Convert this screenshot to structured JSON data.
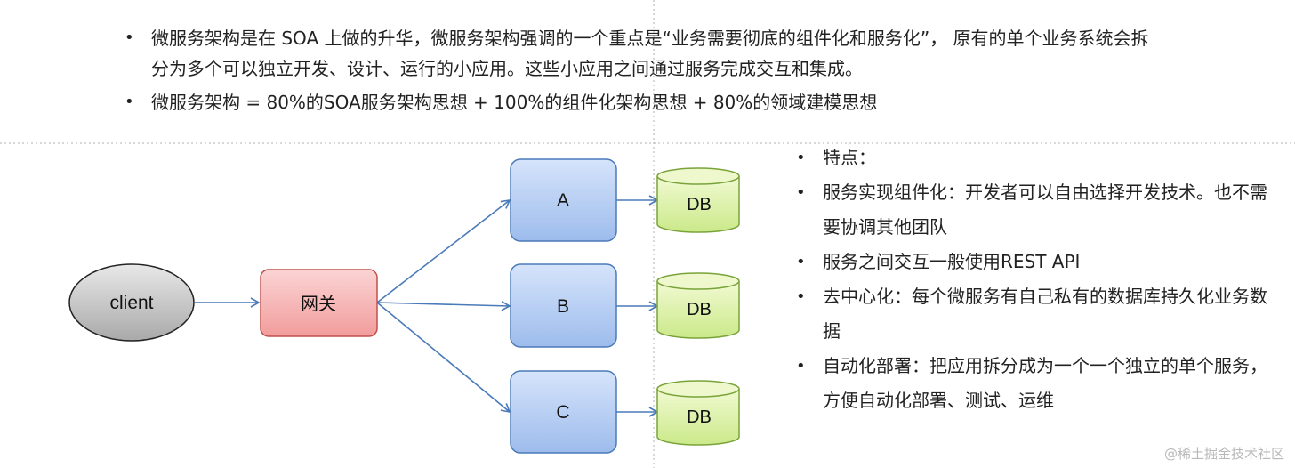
{
  "top_bullets": [
    "微服务架构是在 SOA 上做的升华，微服务架构强调的一个重点是“业务需要彻底的组件化和服务化”， 原有的单个业务系统会拆分为多个可以独立开发、设计、运行的小应用。这些小应用之间通过服务完成交互和集成。",
    "微服务架构 = 80%的SOA服务架构思想 + 100%的组件化架构思想 + 80%的领域建模思想"
  ],
  "diagram": {
    "client_label": "client",
    "gateway_label": "网关",
    "services": [
      "A",
      "B",
      "C"
    ],
    "db_label": "DB"
  },
  "right_bullets": [
    "特点：",
    "服务实现组件化：开发者可以自由选择开发技术。也不需要协调其他团队",
    "服务之间交互一般使用REST API",
    "去中心化：每个微服务有自己私有的数据库持久化业务数据",
    "自动化部署：把应用拆分成为一个一个独立的单个服务，方便自动化部署、测试、运维"
  ],
  "bullet_char": "•",
  "watermark": "@稀土掘金技术社区",
  "colors": {
    "client_fill": "#c9c9c9",
    "gateway_fill": "#f6b3b3",
    "service_fill": "#b7cff3",
    "db_fill": "#dff3a5",
    "arrow": "#4a7ab8"
  }
}
